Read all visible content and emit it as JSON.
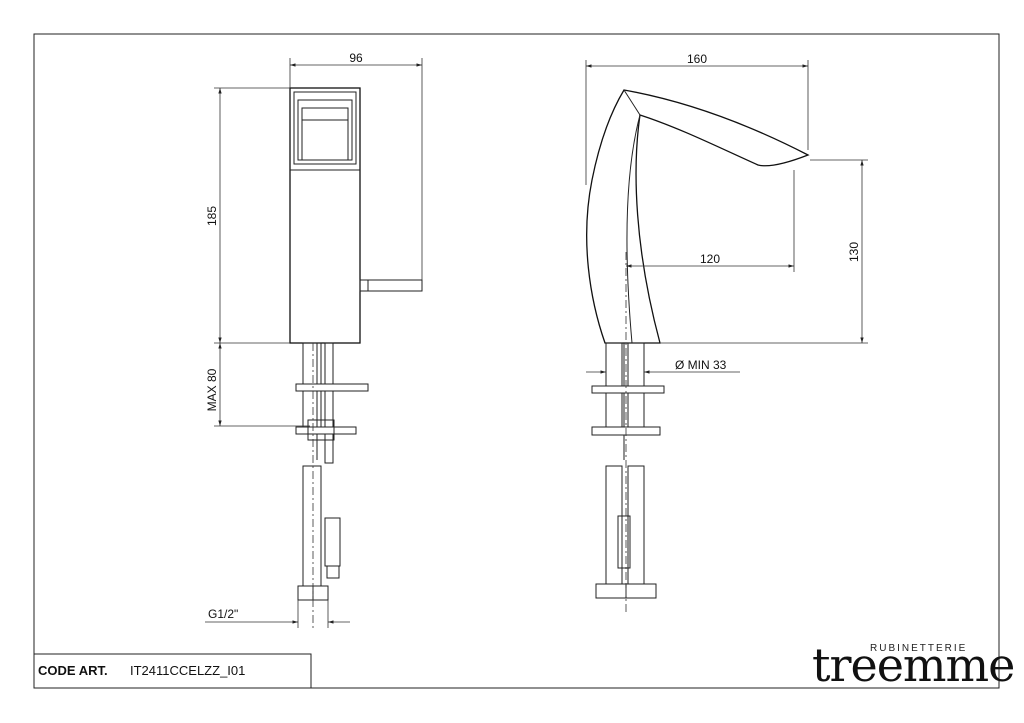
{
  "dimensions": {
    "side_width": "96",
    "side_height": "185",
    "side_max": "MAX 80",
    "side_thread": "G1/2\"",
    "front_width": "160",
    "front_reach": "120",
    "front_height": "130",
    "front_hole": "Ø MIN 33"
  },
  "title_block": {
    "code_label": "CODE ART.",
    "code_value": "IT2411CCELZZ_I01"
  },
  "brand": {
    "subtitle": "RUBINETTERIE",
    "name": "treemme"
  }
}
